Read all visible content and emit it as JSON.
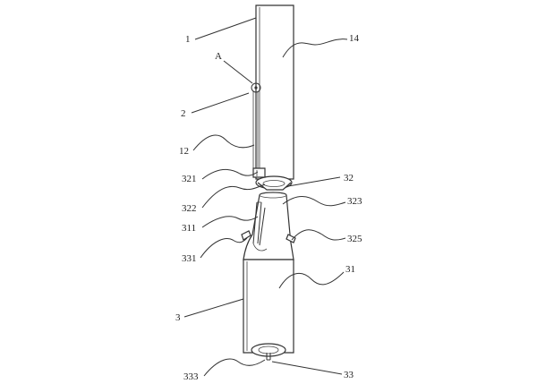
{
  "labels": {
    "l1": "1",
    "l14": "14",
    "lA": "A",
    "l2": "2",
    "l12": "12",
    "l321": "321",
    "l32": "32",
    "l322": "322",
    "l323": "323",
    "l311": "311",
    "l325": "325",
    "l331": "331",
    "l31": "31",
    "l3": "3",
    "l333": "333",
    "l33": "33"
  }
}
